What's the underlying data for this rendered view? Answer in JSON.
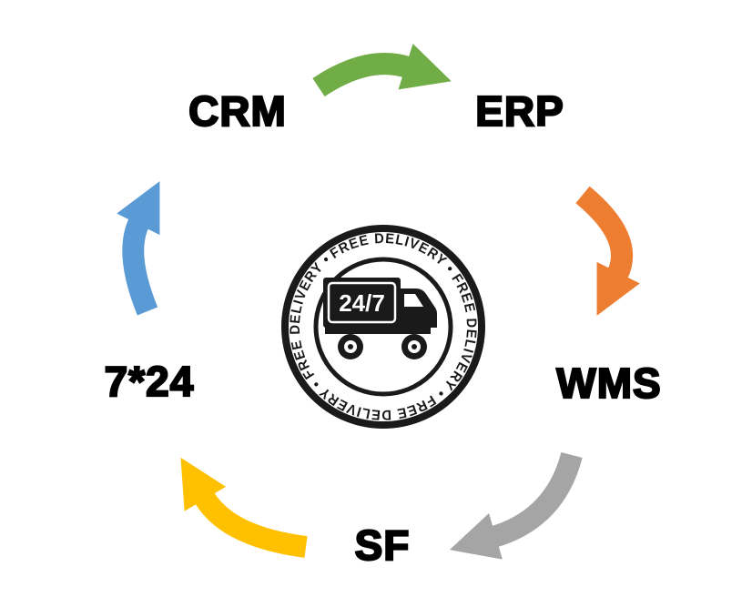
{
  "diagram": {
    "title": "service-cycle-diagram",
    "nodes": [
      {
        "id": "crm",
        "label": "CRM"
      },
      {
        "id": "erp",
        "label": "ERP"
      },
      {
        "id": "wms",
        "label": "WMS"
      },
      {
        "id": "sf",
        "label": "SF"
      },
      {
        "id": "seven24",
        "label": "7*24"
      }
    ],
    "arrows": [
      {
        "name": "crm-to-erp",
        "from": "CRM",
        "to": "ERP",
        "color": "#70AD47"
      },
      {
        "name": "erp-to-wms",
        "from": "ERP",
        "to": "WMS",
        "color": "#ED7D31"
      },
      {
        "name": "wms-to-sf",
        "from": "WMS",
        "to": "SF",
        "color": "#A5A5A5"
      },
      {
        "name": "sf-to-724",
        "from": "SF",
        "to": "7*24",
        "color": "#FFC000"
      },
      {
        "name": "724-to-crm",
        "from": "7*24",
        "to": "CRM",
        "color": "#5B9BD5"
      }
    ],
    "badge": {
      "ring_text": "FREE DELIVERY • FREE DELIVERY • FREE DELIVERY • FREE DELIVERY •",
      "truck_label": "24/7",
      "ink_color": "#1a1a1a"
    }
  }
}
